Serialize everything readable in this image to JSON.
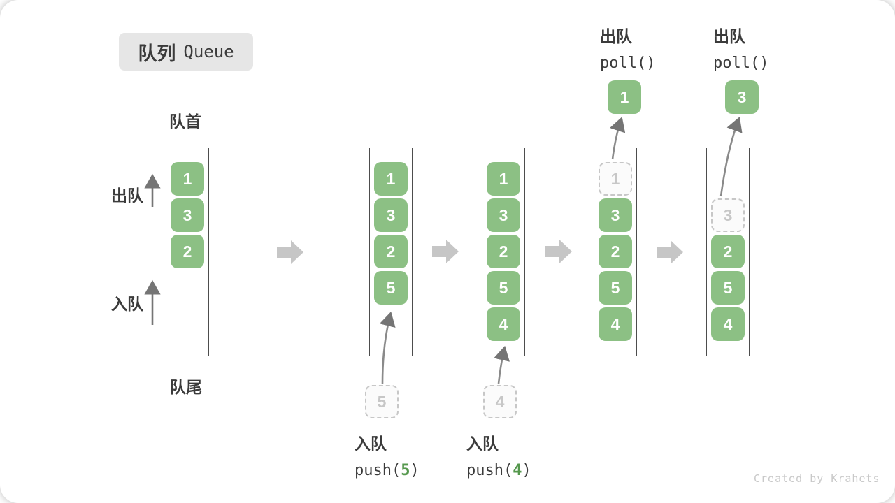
{
  "title": {
    "zh": "队列",
    "en": "Queue"
  },
  "labels": {
    "front": "队首",
    "rear": "队尾",
    "side_dequeue": "出队",
    "side_enqueue": "入队"
  },
  "columns": [
    {
      "cells": [
        {
          "v": "1"
        },
        {
          "v": "3"
        },
        {
          "v": "2"
        }
      ]
    },
    {
      "cells": [
        {
          "v": "1"
        },
        {
          "v": "3"
        },
        {
          "v": "2"
        },
        {
          "v": "5"
        }
      ],
      "pending": {
        "v": "5"
      },
      "op": {
        "action": "入队",
        "fn": "push(",
        "arg": "5",
        "close": ")"
      }
    },
    {
      "cells": [
        {
          "v": "1"
        },
        {
          "v": "3"
        },
        {
          "v": "2"
        },
        {
          "v": "5"
        },
        {
          "v": "4"
        }
      ],
      "pending": {
        "v": "4"
      },
      "op": {
        "action": "入队",
        "fn": "push(",
        "arg": "4",
        "close": ")"
      }
    },
    {
      "cells": [
        {
          "v": "1",
          "removed": true
        },
        {
          "v": "3"
        },
        {
          "v": "2"
        },
        {
          "v": "5"
        },
        {
          "v": "4"
        }
      ],
      "result": {
        "v": "1"
      },
      "op": {
        "action": "出队",
        "fn": "poll()"
      }
    },
    {
      "cells": [
        {
          "v": "3",
          "removed": true
        },
        {
          "v": "2"
        },
        {
          "v": "5"
        },
        {
          "v": "4"
        }
      ],
      "result": {
        "v": "3"
      },
      "op": {
        "action": "出队",
        "fn": "poll()"
      }
    }
  ],
  "icons": {
    "flow_arrow": "block-right-arrow",
    "up_arrow": "thin-up-arrow",
    "move_arrow": "curved-arrow"
  },
  "colors": {
    "box_green": "#8cc084",
    "code_arg_green": "#55984d",
    "block_arrow_gray": "#c6c6c6",
    "text_dark": "#3b3b3b",
    "dashed_gray": "#c7c7c7"
  },
  "footer": {
    "credit": "Created by Krahets"
  }
}
